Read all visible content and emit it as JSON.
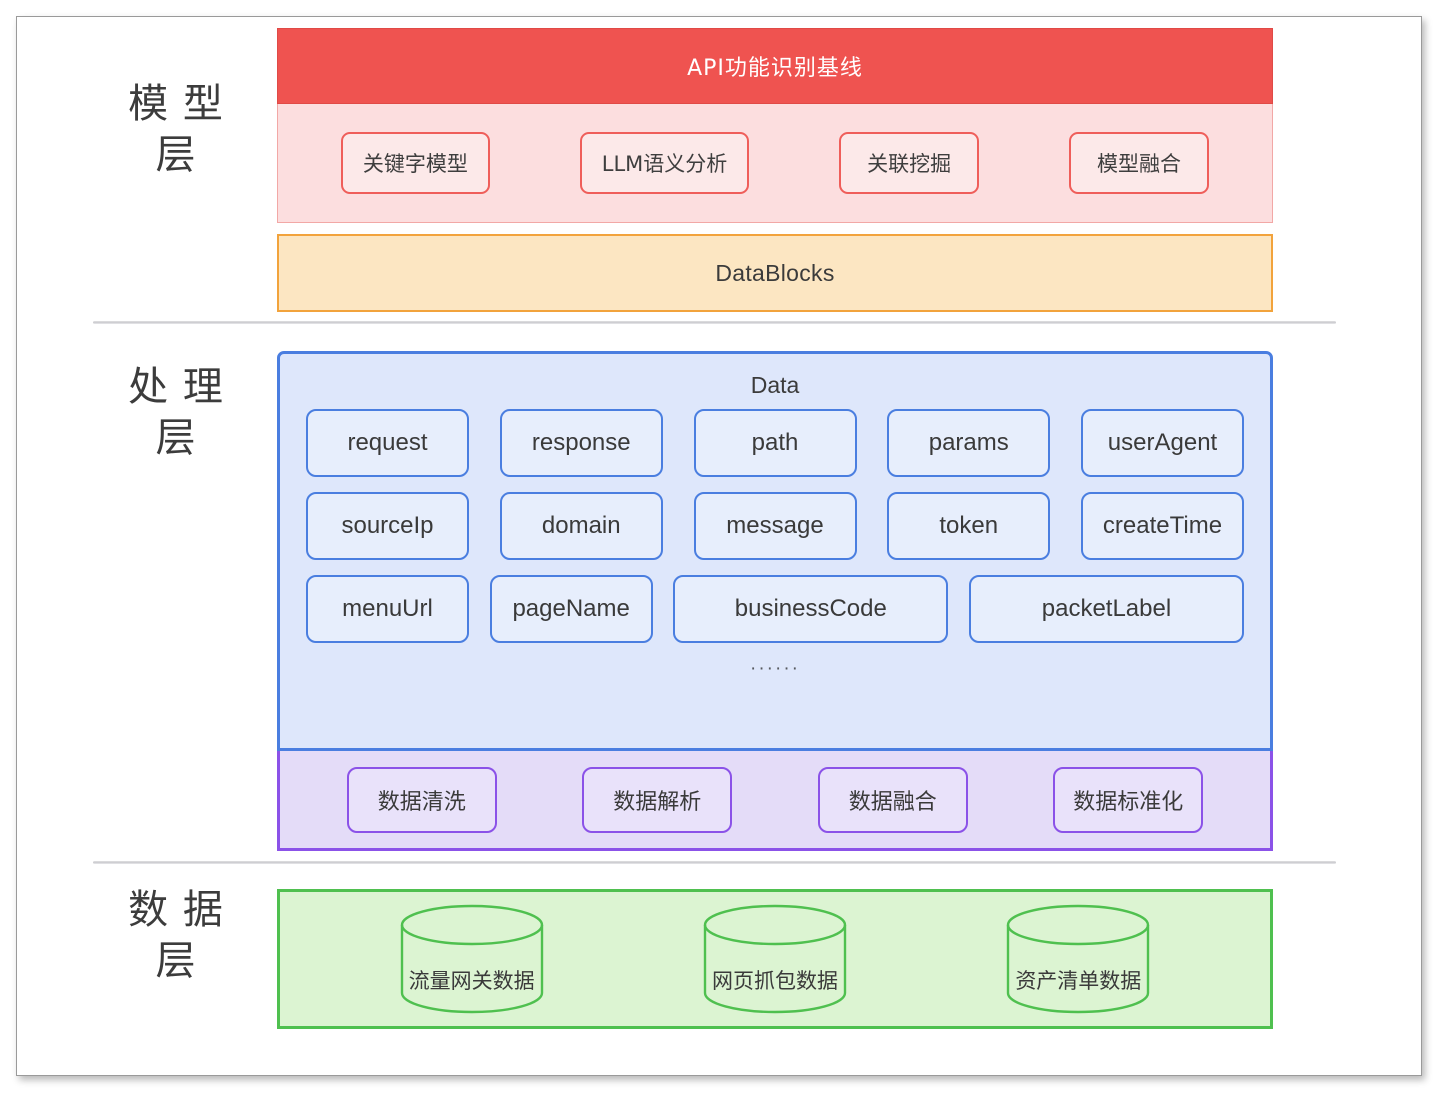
{
  "frame": {
    "layers": [
      {
        "id": "model",
        "label": "模 型 层"
      },
      {
        "id": "processing",
        "label": "处 理 层"
      },
      {
        "id": "data",
        "label": "数 据 层"
      }
    ]
  },
  "model_layer": {
    "banner_title": "API功能识别基线",
    "methods": [
      {
        "label": "关键字模型"
      },
      {
        "label": "LLM语义分析"
      },
      {
        "label": "关联挖掘"
      },
      {
        "label": "模型融合"
      }
    ],
    "datablocks_label": "DataBlocks",
    "colors": {
      "banner_bg": "#ef5350",
      "methods_bg": "#fcdedf",
      "chip_border": "#ef5e5a",
      "datablocks_bg": "#fce6c2",
      "datablocks_border": "#f2a33c"
    }
  },
  "processing_layer": {
    "data_panel_title": "Data",
    "field_rows": [
      [
        {
          "label": "request",
          "size": "sm"
        },
        {
          "label": "response",
          "size": "sm"
        },
        {
          "label": "path",
          "size": "sm"
        },
        {
          "label": "params",
          "size": "sm"
        },
        {
          "label": "userAgent",
          "size": "sm"
        }
      ],
      [
        {
          "label": "sourceIp",
          "size": "sm"
        },
        {
          "label": "domain",
          "size": "sm"
        },
        {
          "label": "message",
          "size": "sm"
        },
        {
          "label": "token",
          "size": "sm"
        },
        {
          "label": "createTime",
          "size": "sm"
        }
      ],
      [
        {
          "label": "menuUrl",
          "size": "sm"
        },
        {
          "label": "pageName",
          "size": "sm"
        },
        {
          "label": "businessCode",
          "size": "lg"
        },
        {
          "label": "packetLabel",
          "size": "lg"
        }
      ]
    ],
    "ellipsis": "······",
    "pipeline_steps": [
      {
        "label": "数据清洗"
      },
      {
        "label": "数据解析"
      },
      {
        "label": "数据融合"
      },
      {
        "label": "数据标准化"
      }
    ],
    "colors": {
      "data_bg": "#dee7fb",
      "data_border": "#4a7ee0",
      "pipeline_bg": "#e4dcf8",
      "pipeline_border": "#8b52e8"
    }
  },
  "data_layer": {
    "sources": [
      {
        "label": "流量网关数据",
        "icon": "database-cylinder-icon"
      },
      {
        "label": "网页抓包数据",
        "icon": "database-cylinder-icon"
      },
      {
        "label": "资产清单数据",
        "icon": "database-cylinder-icon"
      }
    ],
    "colors": {
      "bg": "#dcf4d2",
      "border": "#4fc04f"
    }
  }
}
